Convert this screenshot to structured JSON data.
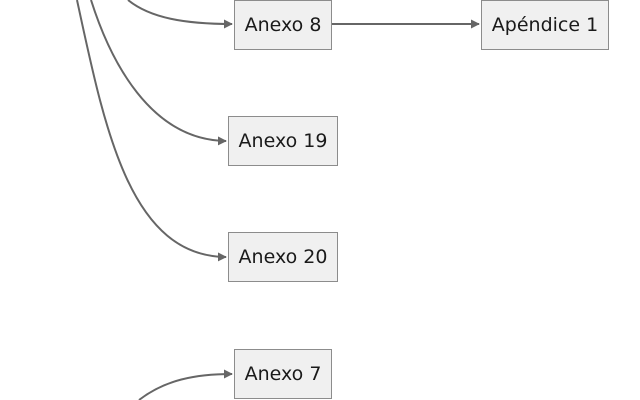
{
  "diagram": {
    "nodes": {
      "anexo_8": "Anexo 8",
      "apendice_1": "Apéndice 1",
      "anexo_19": "Anexo 19",
      "anexo_20": "Anexo 20",
      "anexo_7": "Anexo 7"
    },
    "edges": [
      {
        "from": "(offscreen)",
        "to": "anexo_8"
      },
      {
        "from": "anexo_8",
        "to": "apendice_1"
      },
      {
        "from": "(offscreen)",
        "to": "anexo_19"
      },
      {
        "from": "(offscreen)",
        "to": "anexo_20"
      },
      {
        "from": "(offscreen)",
        "to": "anexo_7"
      }
    ]
  },
  "colors": {
    "node_fill": "#f0f0f0",
    "node_border": "#8c8c8c",
    "edge": "#666666"
  }
}
